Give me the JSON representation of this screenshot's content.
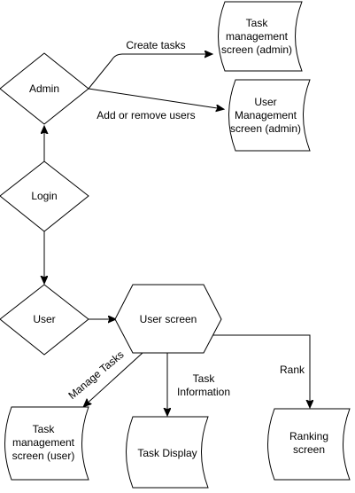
{
  "nodes": {
    "admin": "Admin",
    "login": "Login",
    "user": "User",
    "user_screen": "User screen",
    "task_mgmt_admin": [
      "Task",
      "management",
      "screen (admin)"
    ],
    "user_mgmt_admin": [
      "User",
      "Management",
      "screen (admin)"
    ],
    "task_mgmt_user": [
      "Task",
      "management",
      "screen (user)"
    ],
    "task_display": "Task Display",
    "ranking_screen": [
      "Ranking",
      "screen"
    ]
  },
  "edges": {
    "create_tasks": "Create tasks",
    "add_remove_users": "Add or remove users",
    "manage_tasks": "Manage Tasks",
    "task_information": [
      "Task",
      "Information"
    ],
    "rank": "Rank"
  }
}
